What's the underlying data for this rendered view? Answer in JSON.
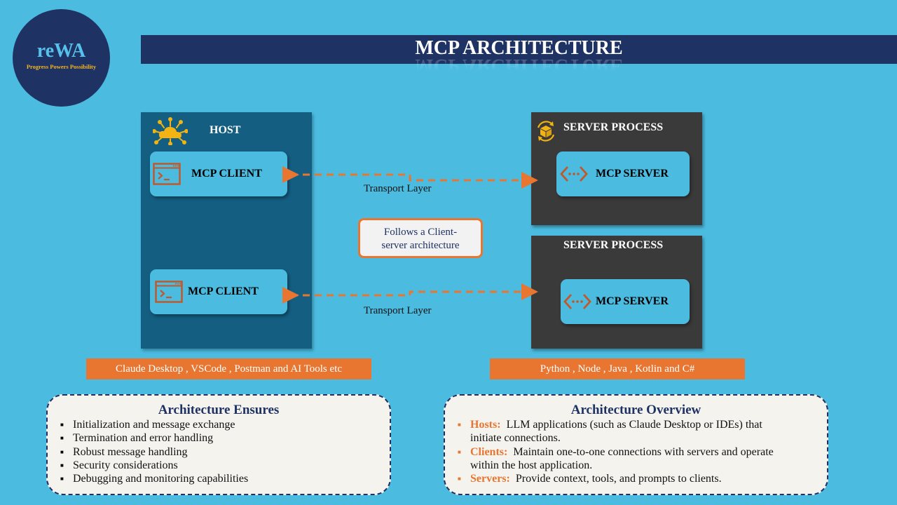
{
  "logo": {
    "brand": "reWA",
    "tagline": "Progress Powers Possibility"
  },
  "title": "MCP ARCHITECTURE",
  "host": {
    "label": "HOST"
  },
  "clients": [
    {
      "label": "MCP CLIENT"
    },
    {
      "label": "MCP CLIENT"
    }
  ],
  "servers": [
    {
      "process_label": "SERVER PROCESS",
      "server_label": "MCP SERVER"
    },
    {
      "process_label": "SERVER PROCESS",
      "server_label": "MCP SERVER"
    }
  ],
  "transport_labels": [
    "Transport Layer",
    "Transport Layer"
  ],
  "center_note": {
    "line1": "Follows a Client-",
    "line2": "server architecture"
  },
  "host_examples": "Claude Desktop , VSCode , Postman and AI Tools etc",
  "server_languages": "Python , Node , Java , Kotlin and C#",
  "ensures": {
    "title": "Architecture Ensures",
    "items": [
      "Initialization and message exchange",
      "Termination and error handling",
      "Robust message handling",
      "Security considerations",
      "Debugging and monitoring capabilities"
    ]
  },
  "overview": {
    "title": "Architecture Overview",
    "items": [
      {
        "term": "Hosts:",
        "line1": "LLM applications (such as Claude Desktop or IDEs) that",
        "line2": "initiate connections."
      },
      {
        "term": "Clients:",
        "line1": "Maintain one-to-one connections with servers and operate",
        "line2": "within the host application."
      },
      {
        "term": "Servers:",
        "line1": "Provide context, tools, and prompts to clients.",
        "line2": ""
      }
    ]
  },
  "colors": {
    "background": "#4BBBE0",
    "navy": "#1F3264",
    "host_panel": "#145E82",
    "server_panel": "#3A3A3A",
    "accent_orange": "#E87530",
    "logo_gold": "#F0B623"
  },
  "icons": [
    "cloud-network-icon",
    "terminal-window-icon",
    "cube-cycle-icon",
    "code-brackets-icon"
  ]
}
